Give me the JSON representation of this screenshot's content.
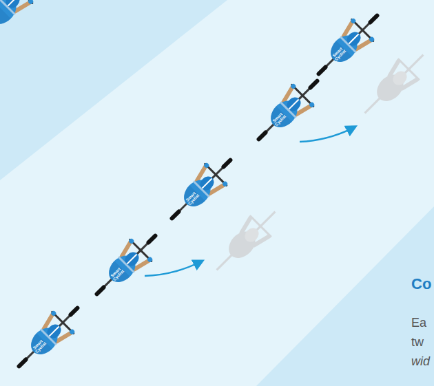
{
  "diagram": {
    "title": "Co",
    "labels": [
      "Ea",
      "tw",
      "wid",
      "Smart Cyclist",
      "Smart Cyclist",
      "Smart Cyclist",
      "Smart Cyclist",
      "Smart Cyclist"
    ]
  }
}
